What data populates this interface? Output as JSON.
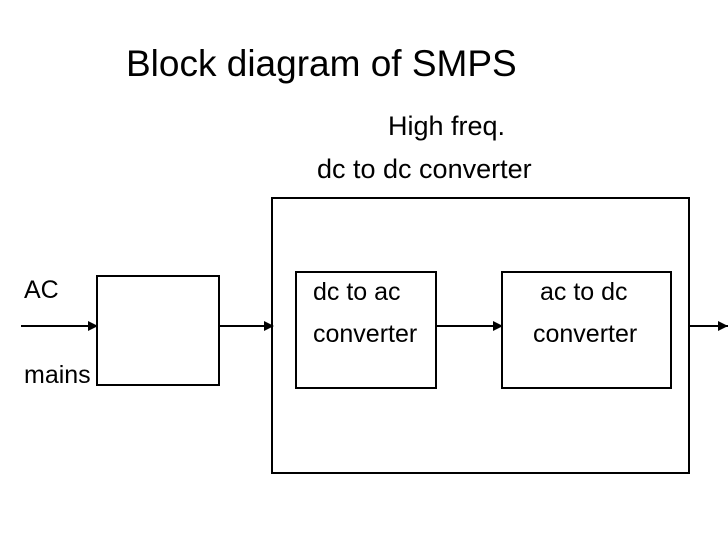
{
  "slide": {
    "title": "Block diagram of SMPS",
    "subtitle_line_1": "High freq.",
    "subtitle_line_2": "dc to dc converter",
    "background_color": "#ffffff",
    "line_color": "#000000"
  },
  "labels": {
    "input_top": "AC",
    "input_bottom": "mains"
  },
  "blocks": [
    {
      "name": "rectifier-block",
      "line_1": "",
      "line_2": ""
    },
    {
      "name": "dc-to-ac-block",
      "line_1": "dc to ac",
      "line_2": "converter"
    },
    {
      "name": "ac-to-dc-block",
      "line_1": "ac to dc",
      "line_2": "converter"
    }
  ],
  "arrows": [
    {
      "name": "ac-mains-input-arrow",
      "direction": "right"
    },
    {
      "name": "rectifier-output-arrow",
      "direction": "right"
    },
    {
      "name": "dc-to-ac-output-arrow",
      "direction": "right"
    },
    {
      "name": "dc-output-arrow",
      "direction": "right"
    }
  ]
}
